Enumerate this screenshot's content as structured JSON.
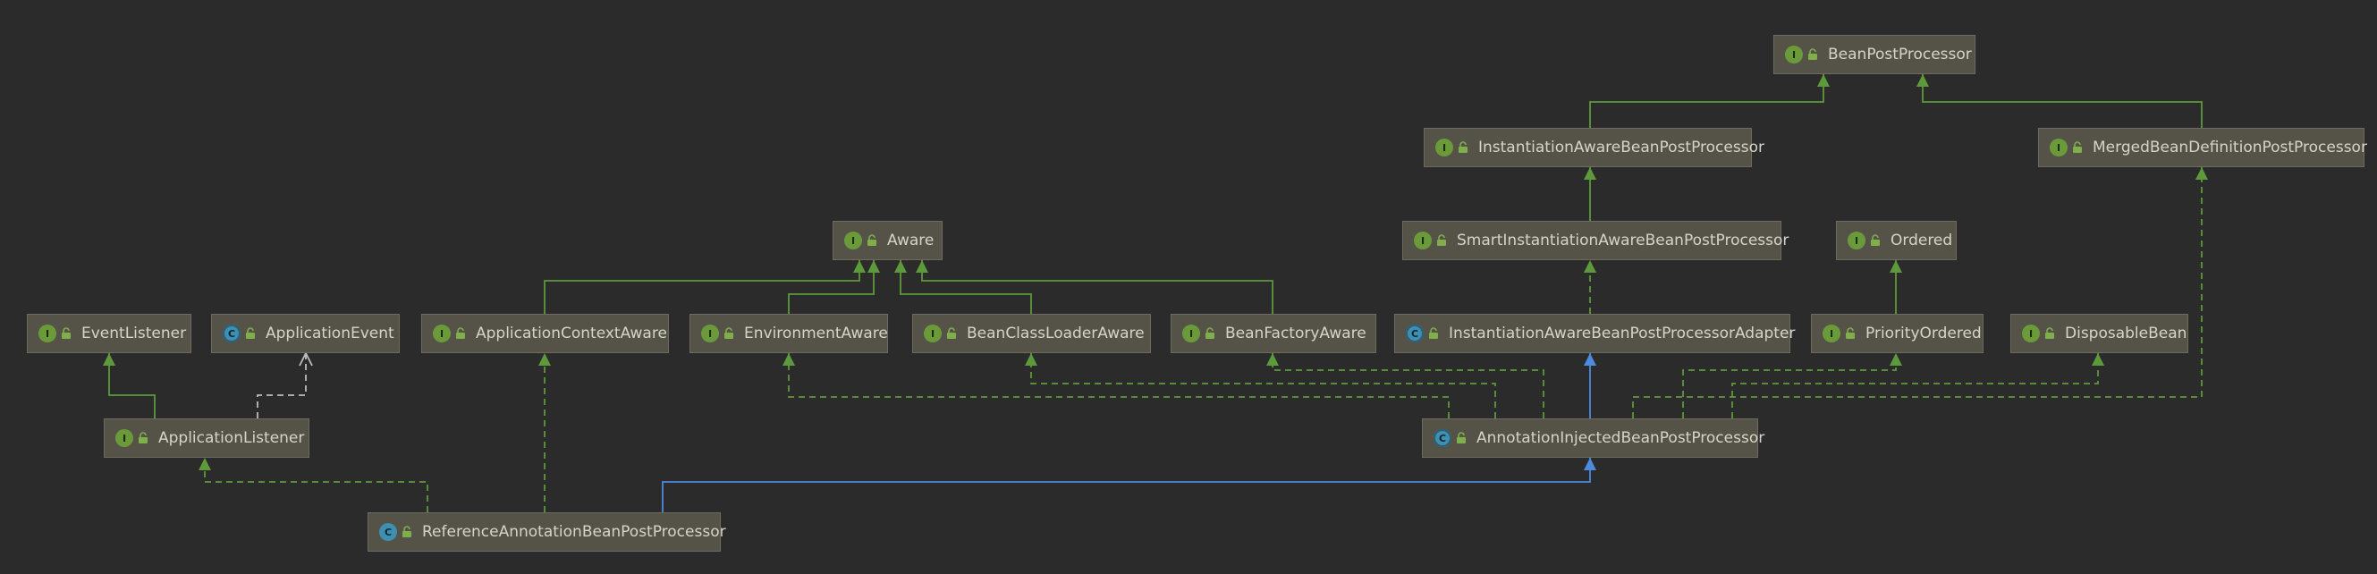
{
  "colors": {
    "background": "#2b2b2b",
    "node_fill": "#555347",
    "node_border": "#6e6b5e",
    "text": "#d4d4c8",
    "interface_icon": "#6a9a3a",
    "class_icon": "#3f8fb0",
    "implements_edge": "#5e9a3c",
    "extends_edge": "#4c8be0",
    "dependency_edge": "#bdbdbd"
  },
  "nodes": [
    {
      "id": "BeanPostProcessor",
      "label": "BeanPostProcessor",
      "kind": "interface",
      "icon": "I"
    },
    {
      "id": "InstantiationAwareBeanPostProcessor",
      "label": "InstantiationAwareBeanPostProcessor",
      "kind": "interface",
      "icon": "I"
    },
    {
      "id": "MergedBeanDefinitionPostProcessor",
      "label": "MergedBeanDefinitionPostProcessor",
      "kind": "interface",
      "icon": "I"
    },
    {
      "id": "Aware",
      "label": "Aware",
      "kind": "interface",
      "icon": "I"
    },
    {
      "id": "SmartInstantiationAwareBeanPostProcessor",
      "label": "SmartInstantiationAwareBeanPostProcessor",
      "kind": "interface",
      "icon": "I"
    },
    {
      "id": "Ordered",
      "label": "Ordered",
      "kind": "interface",
      "icon": "I"
    },
    {
      "id": "EventListener",
      "label": "EventListener",
      "kind": "interface",
      "icon": "I"
    },
    {
      "id": "ApplicationEvent",
      "label": "ApplicationEvent",
      "kind": "abstract",
      "icon": "C"
    },
    {
      "id": "ApplicationContextAware",
      "label": "ApplicationContextAware",
      "kind": "interface",
      "icon": "I"
    },
    {
      "id": "EnvironmentAware",
      "label": "EnvironmentAware",
      "kind": "interface",
      "icon": "I"
    },
    {
      "id": "BeanClassLoaderAware",
      "label": "BeanClassLoaderAware",
      "kind": "interface",
      "icon": "I"
    },
    {
      "id": "BeanFactoryAware",
      "label": "BeanFactoryAware",
      "kind": "interface",
      "icon": "I"
    },
    {
      "id": "InstantiationAwareBeanPostProcessorAdapter",
      "label": "InstantiationAwareBeanPostProcessorAdapter",
      "kind": "abstract",
      "icon": "C"
    },
    {
      "id": "PriorityOrdered",
      "label": "PriorityOrdered",
      "kind": "interface",
      "icon": "I"
    },
    {
      "id": "DisposableBean",
      "label": "DisposableBean",
      "kind": "interface",
      "icon": "I"
    },
    {
      "id": "ApplicationListener",
      "label": "ApplicationListener",
      "kind": "interface",
      "icon": "I"
    },
    {
      "id": "AnnotationInjectedBeanPostProcessor",
      "label": "AnnotationInjectedBeanPostProcessor",
      "kind": "abstract",
      "icon": "C"
    },
    {
      "id": "ReferenceAnnotationBeanPostProcessor",
      "label": "ReferenceAnnotationBeanPostProcessor",
      "kind": "class",
      "icon": "C"
    }
  ],
  "edges": [
    {
      "from": "InstantiationAwareBeanPostProcessor",
      "to": "BeanPostProcessor",
      "type": "extends-interface"
    },
    {
      "from": "MergedBeanDefinitionPostProcessor",
      "to": "BeanPostProcessor",
      "type": "extends-interface"
    },
    {
      "from": "SmartInstantiationAwareBeanPostProcessor",
      "to": "InstantiationAwareBeanPostProcessor",
      "type": "extends-interface"
    },
    {
      "from": "ApplicationContextAware",
      "to": "Aware",
      "type": "extends-interface"
    },
    {
      "from": "EnvironmentAware",
      "to": "Aware",
      "type": "extends-interface"
    },
    {
      "from": "BeanClassLoaderAware",
      "to": "Aware",
      "type": "extends-interface"
    },
    {
      "from": "BeanFactoryAware",
      "to": "Aware",
      "type": "extends-interface"
    },
    {
      "from": "PriorityOrdered",
      "to": "Ordered",
      "type": "extends-interface"
    },
    {
      "from": "ApplicationListener",
      "to": "EventListener",
      "type": "extends-interface"
    },
    {
      "from": "InstantiationAwareBeanPostProcessorAdapter",
      "to": "SmartInstantiationAwareBeanPostProcessor",
      "type": "implements"
    },
    {
      "from": "ApplicationListener",
      "to": "ApplicationEvent",
      "type": "dependency"
    },
    {
      "from": "AnnotationInjectedBeanPostProcessor",
      "to": "InstantiationAwareBeanPostProcessorAdapter",
      "type": "extends-class"
    },
    {
      "from": "AnnotationInjectedBeanPostProcessor",
      "to": "EnvironmentAware",
      "type": "implements"
    },
    {
      "from": "AnnotationInjectedBeanPostProcessor",
      "to": "BeanClassLoaderAware",
      "type": "implements"
    },
    {
      "from": "AnnotationInjectedBeanPostProcessor",
      "to": "BeanFactoryAware",
      "type": "implements"
    },
    {
      "from": "AnnotationInjectedBeanPostProcessor",
      "to": "PriorityOrdered",
      "type": "implements"
    },
    {
      "from": "AnnotationInjectedBeanPostProcessor",
      "to": "DisposableBean",
      "type": "implements"
    },
    {
      "from": "AnnotationInjectedBeanPostProcessor",
      "to": "MergedBeanDefinitionPostProcessor",
      "type": "implements"
    },
    {
      "from": "ReferenceAnnotationBeanPostProcessor",
      "to": "AnnotationInjectedBeanPostProcessor",
      "type": "extends-class"
    },
    {
      "from": "ReferenceAnnotationBeanPostProcessor",
      "to": "ApplicationContextAware",
      "type": "implements"
    },
    {
      "from": "ReferenceAnnotationBeanPostProcessor",
      "to": "ApplicationListener",
      "type": "implements"
    }
  ]
}
